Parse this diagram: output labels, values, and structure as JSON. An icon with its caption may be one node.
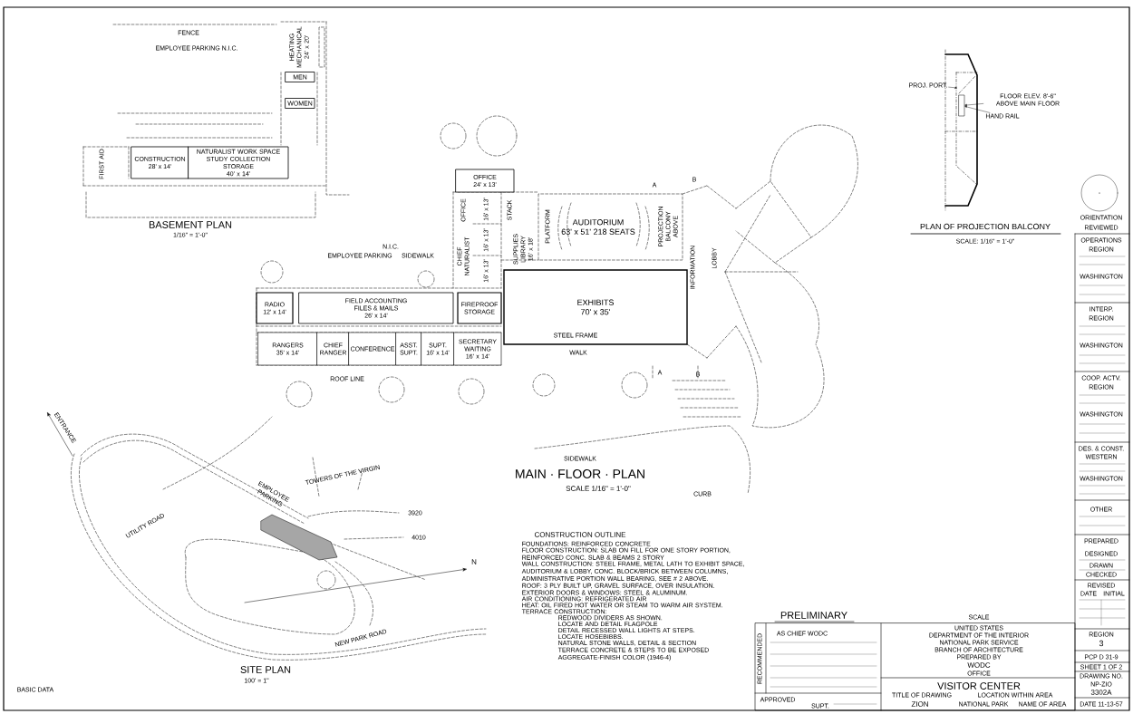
{
  "diagram": {
    "nodes": [
      {
        "text": [
          "CONSTRUCTION",
          "28' x 14'"
        ]
      },
      {
        "text": [
          "NATURALIST WORK SPACE",
          "STUDY COLLECTION STORAGE",
          "40' x 14'"
        ]
      },
      {
        "text": [
          "MEN"
        ]
      },
      {
        "text": [
          "WOMEN"
        ]
      },
      {
        "text": [
          "OFFICE",
          "24' x 13'"
        ]
      },
      {
        "text": [
          "AUDITORIUM",
          "63' x 51' 218 SEATS"
        ]
      },
      {
        "text": [
          "EXHIBITS",
          "70' x 35'"
        ]
      },
      {
        "text": [
          "RADIO",
          "12' x 14'"
        ]
      },
      {
        "text": [
          "FIELD ACCOUNTING",
          "FILES & MAILS",
          "26' x 14'"
        ]
      },
      {
        "text": [
          "FIREPROOF STORAGE"
        ]
      },
      {
        "text": [
          "RANGERS",
          "35' x 14'"
        ]
      },
      {
        "text": [
          "CHIEF RANGER"
        ]
      },
      {
        "text": [
          "CONFERENCE"
        ]
      },
      {
        "text": [
          "ASST. SUPT."
        ]
      },
      {
        "text": [
          "SUPT.",
          "16' x 14'"
        ]
      },
      {
        "text": [
          "SECRETARY WAITING",
          "16' x 14'"
        ]
      },
      {
        "text": [
          "PROJ. PORT."
        ]
      },
      {
        "text": [
          "FLOOR ELEV. 8'-6\" ABOVE MAIN FLOOR"
        ]
      },
      {
        "text": [
          "HAND RAIL"
        ]
      },
      {
        "text": [],
        "shape": "box"
      }
    ],
    "edges": [
      {
        "from": 16,
        "to": null,
        "arrow": "to"
      },
      {
        "from": 17,
        "to": 19,
        "arrow": "to"
      },
      {
        "from": 18,
        "to": 19,
        "arrow": "to"
      }
    ],
    "labels": [
      "FENCE",
      "EMPLOYEE PARKING N.I.C.",
      "HEATING MECHANICAL 24' x 20'",
      "FIRST AID",
      "BASEMENT PLAN",
      "1/16\" = 1'-0\"",
      "PLAN OF PROJECTION BALCONY",
      "SCALE: 1/16\" = 1'-0\"",
      "ORIENTATION",
      "REVIEWED",
      "OPERATIONS",
      "REGION",
      "WASHINGTON",
      "INTERP.",
      "REGION",
      "WASHINGTON",
      "COOP. ACTV.",
      "REGION",
      "WASHINGTON",
      "DES. & CONST.",
      "WESTERN",
      "WASHINGTON",
      "OTHER",
      "PREPARED",
      "DESIGNED",
      "DRAWN",
      "CHECKED",
      "REVISED",
      "DATE",
      "INITIAL",
      "N.I.C.",
      "EMPLOYEE PARKING",
      "SIDEWALK",
      "OFFICE",
      "16' x 13'",
      "STACK",
      "CHIEF NATURALIST",
      "16' x 13'",
      "SUPPLIES LIBRARY 16' x 18'",
      "16' x 13'",
      "PLATFORM",
      "PROJECTION BALCONY ABOVE",
      "INFORMATION",
      "LOBBY",
      "A",
      "B",
      "STEEL FRAME",
      "WALK",
      "A",
      "B",
      "ROOF LINE",
      "SIDEWALK",
      "MAIN · FLOOR · PLAN",
      "SCALE 1/16\" = 1'-0\"",
      "CURB",
      "ENTRANCE",
      "UTILITY ROAD",
      "TOWERS OF THE VIRGIN",
      "EMPLOYEE PARKING",
      "3920",
      "4010",
      "N",
      "NEW PARK ROAD",
      "SITE PLAN",
      "100' = 1\"",
      "CONSTRUCTION OUTLINE",
      "FOUNDATIONS: REINFORCED CONCRETE",
      "FLOOR CONSTRUCTION: SLAB ON FILL FOR ONE STORY PORTION, REINFORCED CONC. SLAB & BEAMS 2 STORY",
      "WALL CONSTRUCTION: STEEL FRAME, METAL LATH TO EXHIBIT SPACE, AUDITORIUM & LOBBY, CONC. BLOCK/BRICK BETWEEN COLUMNS, ADMINISTRATIVE PORTION WALL BEARING, SEE # 2 ABOVE.",
      "ROOF: 3 PLY BUILT UP, GRAVEL SURFACE, OVER INSULATION.",
      "EXTERIOR DOORS & WINDOWS: STEEL & ALUMINUM.",
      "AIR CONDITIONING: REFRIGERATED AIR",
      "HEAT: OIL FIRED HOT WATER OR STEAM TO WARM AIR SYSTEM.",
      "TERRACE CONSTRUCTION:",
      "REDWOOD DIVIDERS AS SHOWN.",
      "LOCATE AND DETAIL FLAGPOLE",
      "DETAIL RECESSED WALL LIGHTS AT STEPS.",
      "LOCATE HOSEBIBBS.",
      "NATURAL STONE WALLS, DETAIL & SECTION",
      "TERRACE CONCRETE & STEPS TO BE EXPOSED AGGREGATE-FINISH COLOR (1946-4)",
      "PRELIMINARY",
      "RECOMMENDED",
      "AS CHIEF WODC",
      "APPROVED",
      "SUPT.",
      "SCALE",
      "UNITED STATES",
      "DEPARTMENT OF THE INTERIOR",
      "NATIONAL PARK SERVICE",
      "BRANCH OF ARCHITECTURE",
      "PREPARED BY",
      "WODC",
      "OFFICE",
      "VISITOR CENTER",
      "TITLE OF DRAWING",
      "LOCATION WITHIN AREA",
      "ZION",
      "NATIONAL PARK",
      "NAME OF AREA",
      "REGION",
      "3",
      "PCP D 31-9",
      "SHEET 1 OF 2",
      "DRAWING NO.",
      "NP-ZIO",
      "3302A",
      "DATE 11-13-57",
      "BASIC DATA"
    ]
  }
}
